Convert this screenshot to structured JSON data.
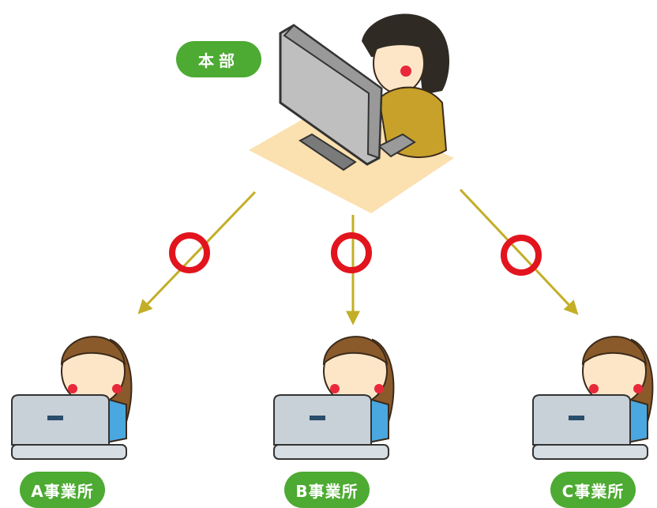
{
  "headquarters": {
    "label": "本部"
  },
  "offices": [
    {
      "label": "A事業所"
    },
    {
      "label": "B事業所"
    },
    {
      "label": "C事業所"
    }
  ],
  "icons": {
    "connection_mark": "red-circle-ok-icon",
    "arrow": "arrow-down-icon"
  },
  "colors": {
    "label_green": "#4daa32",
    "arrow_olive": "#c3ae27",
    "circle_red": "#e2141e",
    "desk_tan": "#fbe0b0",
    "sweater_mustard": "#c8a12b",
    "hair_dark": "#2f2a24",
    "hair_brown": "#8b5a2b",
    "skin": "#fde6c8",
    "cheek_red": "#e9283a",
    "laptop_gray": "#c8d0d8",
    "monitor_gray": "#bfbfbf"
  }
}
